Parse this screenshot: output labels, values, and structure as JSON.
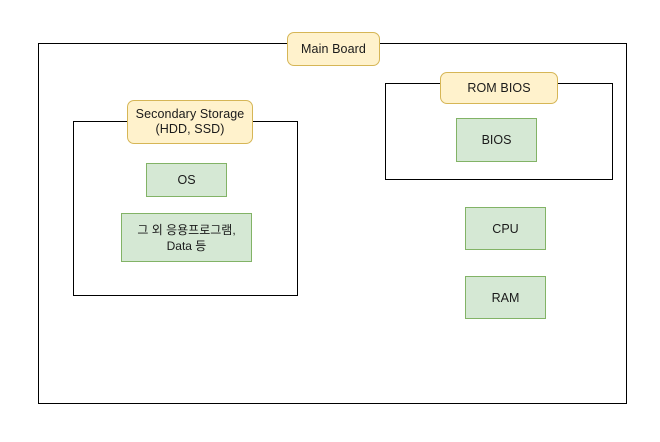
{
  "diagram": {
    "title": "Computer hardware architecture diagram",
    "colors": {
      "label_fill": "#fff2cc",
      "label_border": "#d6b656",
      "component_fill": "#d5e8d4",
      "component_border": "#82b366",
      "container_border": "#000000",
      "background": "#ffffff"
    },
    "containers": [
      {
        "id": "main-board",
        "label": "Main Board"
      },
      {
        "id": "secondary-storage",
        "label": "Secondary Storage\n(HDD, SSD)"
      },
      {
        "id": "rom-bios",
        "label": "ROM BIOS"
      }
    ],
    "components": [
      {
        "id": "os",
        "label": "OS"
      },
      {
        "id": "apps",
        "label": "그 외 응용프로그램,\nData 등"
      },
      {
        "id": "bios",
        "label": "BIOS"
      },
      {
        "id": "cpu",
        "label": "CPU"
      },
      {
        "id": "ram",
        "label": "RAM"
      }
    ]
  }
}
